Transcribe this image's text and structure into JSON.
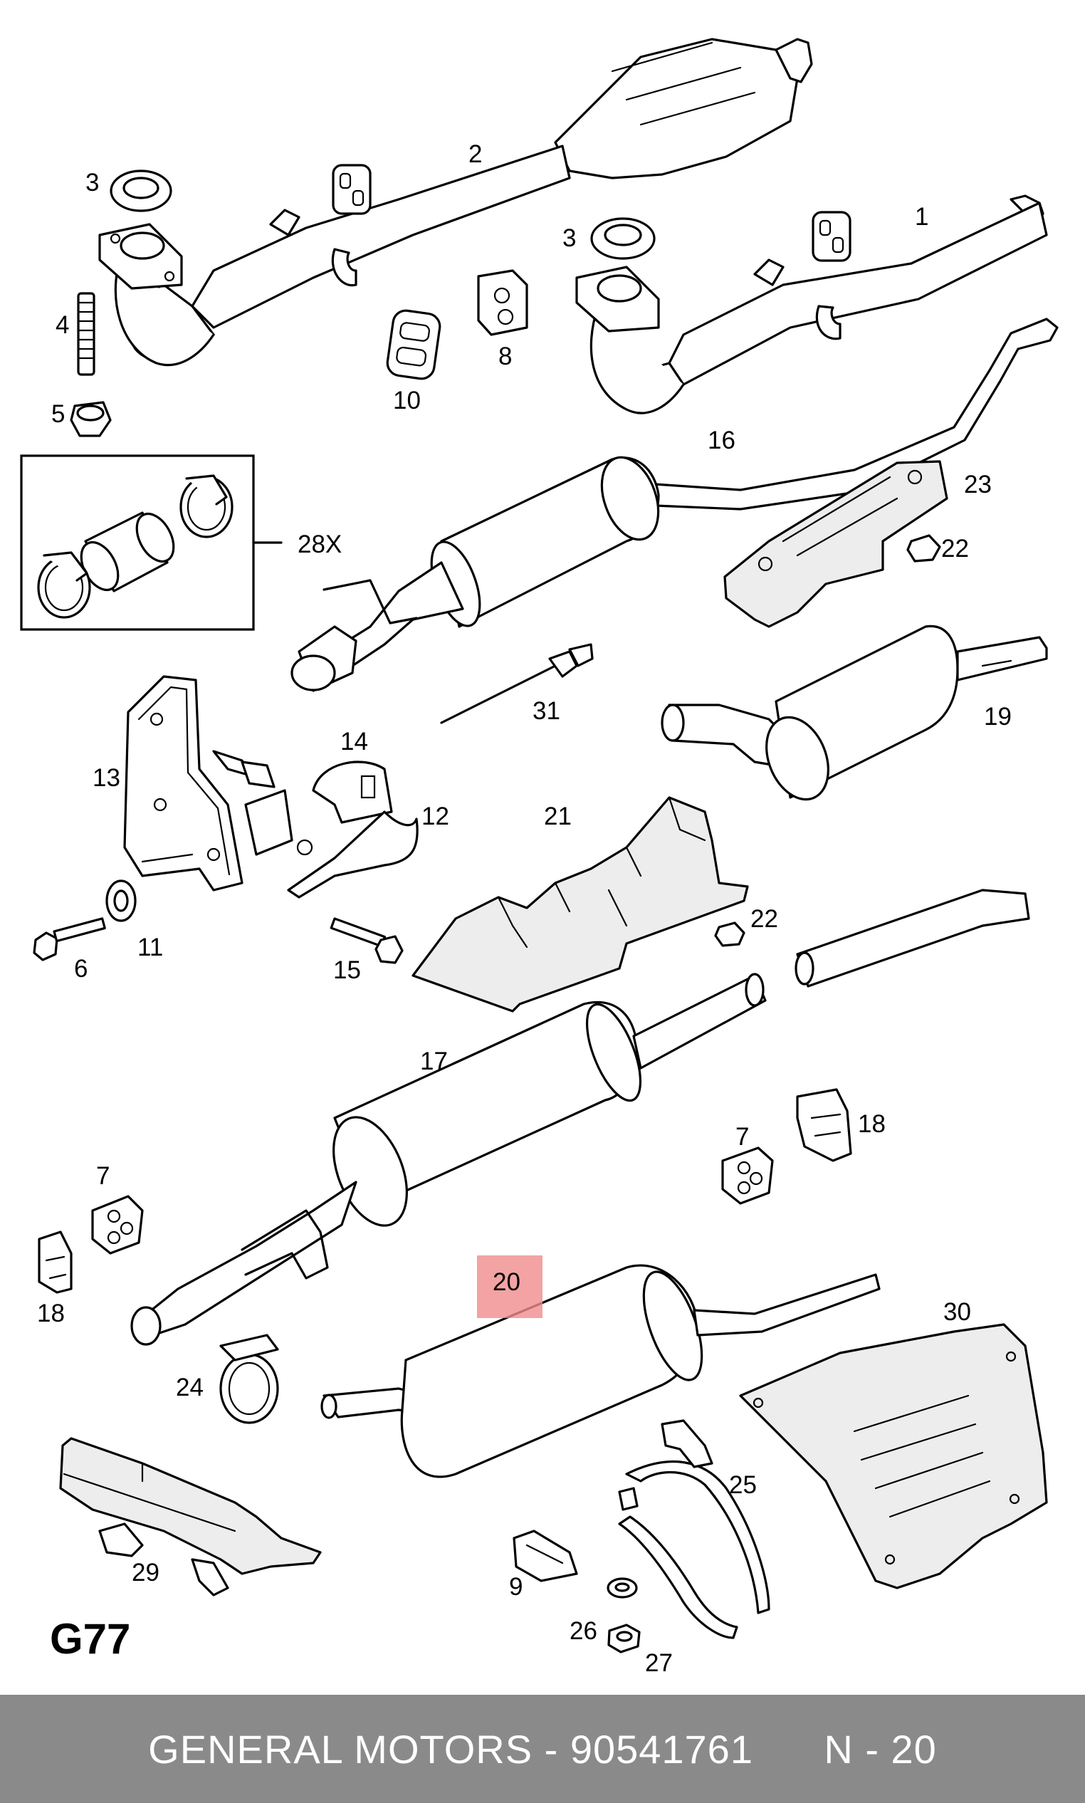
{
  "diagram": {
    "code": "G77",
    "labels": [
      {
        "id": "1",
        "text": "1"
      },
      {
        "id": "2",
        "text": "2"
      },
      {
        "id": "3a",
        "text": "3"
      },
      {
        "id": "3b",
        "text": "3"
      },
      {
        "id": "4",
        "text": "4"
      },
      {
        "id": "5",
        "text": "5"
      },
      {
        "id": "6",
        "text": "6"
      },
      {
        "id": "7a",
        "text": "7"
      },
      {
        "id": "7b",
        "text": "7"
      },
      {
        "id": "8",
        "text": "8"
      },
      {
        "id": "9",
        "text": "9"
      },
      {
        "id": "10",
        "text": "10"
      },
      {
        "id": "11",
        "text": "11"
      },
      {
        "id": "12",
        "text": "12"
      },
      {
        "id": "13",
        "text": "13"
      },
      {
        "id": "14",
        "text": "14"
      },
      {
        "id": "15",
        "text": "15"
      },
      {
        "id": "16",
        "text": "16"
      },
      {
        "id": "17",
        "text": "17"
      },
      {
        "id": "18a",
        "text": "18"
      },
      {
        "id": "18b",
        "text": "18"
      },
      {
        "id": "19",
        "text": "19"
      },
      {
        "id": "20",
        "text": "20"
      },
      {
        "id": "21",
        "text": "21"
      },
      {
        "id": "22a",
        "text": "22"
      },
      {
        "id": "22b",
        "text": "22"
      },
      {
        "id": "23",
        "text": "23"
      },
      {
        "id": "24",
        "text": "24"
      },
      {
        "id": "25",
        "text": "25"
      },
      {
        "id": "26",
        "text": "26"
      },
      {
        "id": "27",
        "text": "27"
      },
      {
        "id": "28x",
        "text": "28X"
      },
      {
        "id": "29",
        "text": "29"
      },
      {
        "id": "30",
        "text": "30"
      },
      {
        "id": "31",
        "text": "31"
      }
    ],
    "highlight_color": "#f08c8c"
  },
  "footer": {
    "text": "GENERAL MOTORS - 90541761      N - 20",
    "background": "#8a8a8a"
  }
}
